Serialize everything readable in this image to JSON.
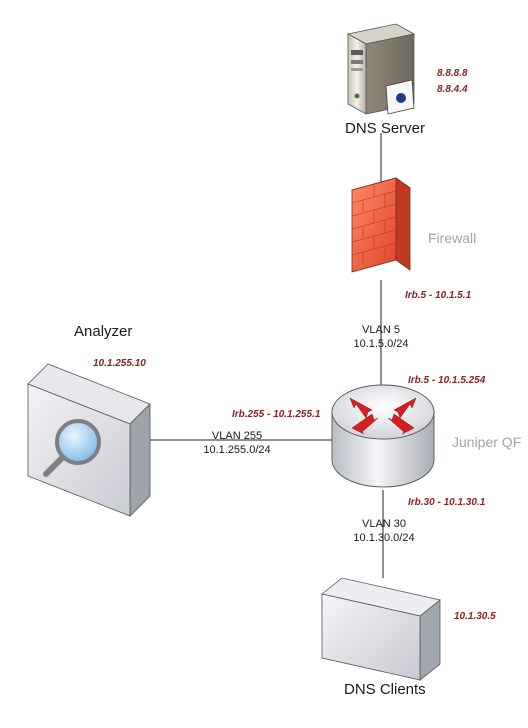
{
  "nodes": {
    "dns_server": {
      "label": "DNS Server",
      "ips": [
        "8.8.8.8",
        "8.8.4.4"
      ]
    },
    "firewall": {
      "label": "Firewall"
    },
    "switch": {
      "label": "Juniper QF"
    },
    "analyzer": {
      "label": "Analyzer",
      "ip": "10.1.255.10"
    },
    "dns_clients": {
      "label": "DNS Clients",
      "ip": "10.1.30.5"
    }
  },
  "interfaces": {
    "fw_irb5": "Irb.5 - 10.1.5.1",
    "sw_irb5": "Irb.5 - 10.1.5.254",
    "sw_irb255": "Irb.255 - 10.1.255.1",
    "sw_irb30": "Irb.30 - 10.1.30.1"
  },
  "vlans": {
    "vlan5": {
      "name": "VLAN 5",
      "subnet": "10.1.5.0/24"
    },
    "vlan255": {
      "name": "VLAN 255",
      "subnet": "10.1.255.0/24"
    },
    "vlan30": {
      "name": "VLAN 30",
      "subnet": "10.1.30.0/24"
    }
  },
  "colors": {
    "ip_text": "#8b2323",
    "firewall_brick": "#e8553a",
    "router_arrows": "#d81f1f",
    "muted_label": "#a3a3a3"
  }
}
